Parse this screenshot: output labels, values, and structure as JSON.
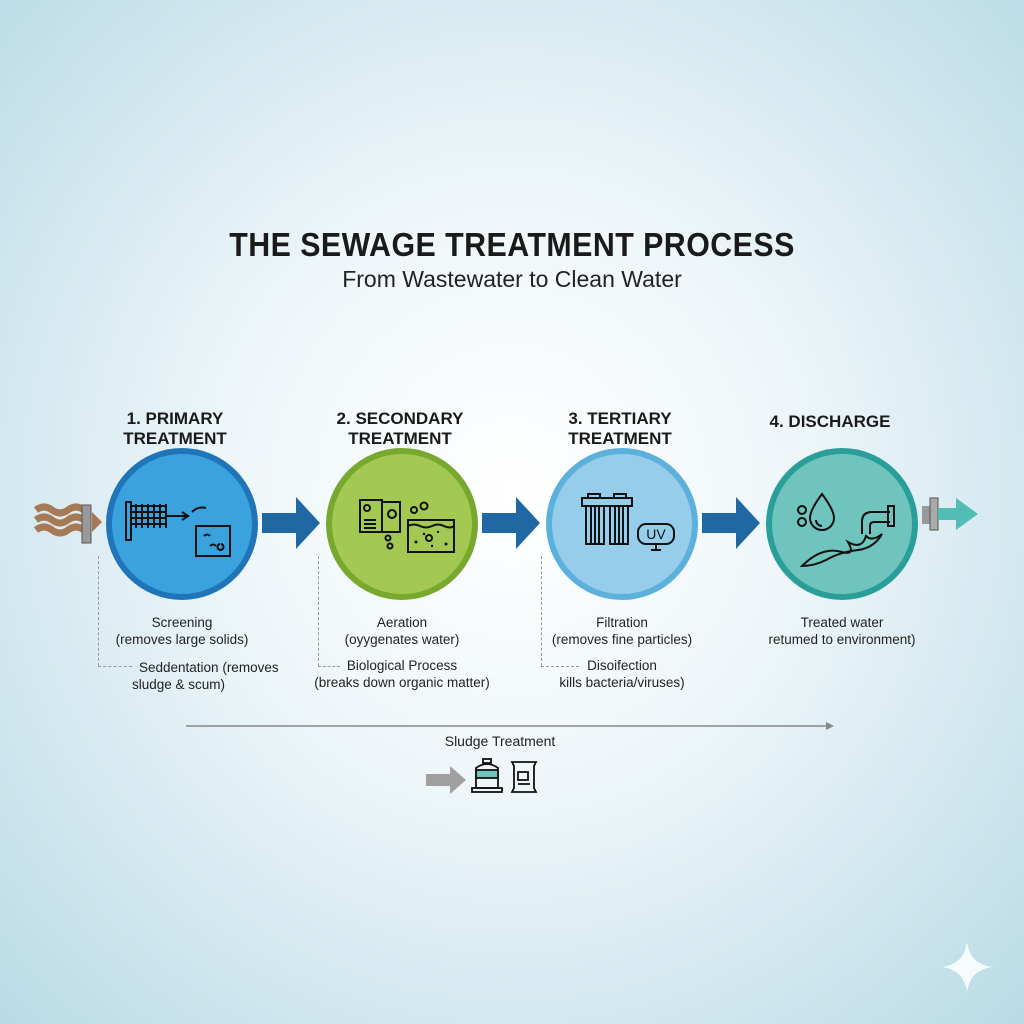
{
  "title": "THE SEWAGE TREATMENT PROCESS",
  "subtitle": "From Wastewater to Clean Water",
  "stages": [
    {
      "title_line1": "1. PRIMARY",
      "title_line2": "TREATMENT",
      "desc1_line1": "Screening",
      "desc1_line2": "(removes large solids)",
      "desc2_line1": "Seddentation (removes",
      "desc2_line2": "sludge & scum)",
      "color": "#3aa3dd",
      "border": "#1f75b8"
    },
    {
      "title_line1": "2. SECONDARY",
      "title_line2": "TREATMENT",
      "desc1_line1": "Aeration",
      "desc1_line2": "(oyygenates water)",
      "desc2_line1": "Biological Process",
      "desc2_line2": "(breaks down organic matter)",
      "color": "#a3c952",
      "border": "#78a92e"
    },
    {
      "title_line1": "3. TERTIARY",
      "title_line2": "TREATMENT",
      "desc1_line1": "Filtration",
      "desc1_line2": "(removes fine particles)",
      "desc2_line1": "Disoifection",
      "desc2_line2": "kills bacteria/viruses)",
      "color": "#95cdea",
      "border": "#5cb0dc",
      "uv_label": "UV"
    },
    {
      "title_line1": "4. DISCHARGE",
      "title_line2": "",
      "desc1_line1": "Treated water",
      "desc1_line2": "retumed to environment)",
      "color": "#6fc4bd",
      "border": "#2a9e98"
    }
  ],
  "sludge": {
    "label": "Sludge Treatment"
  },
  "colors": {
    "arrow": "#1f68a3",
    "inflow": "#a57a55",
    "outflow": "#52bdb6"
  }
}
